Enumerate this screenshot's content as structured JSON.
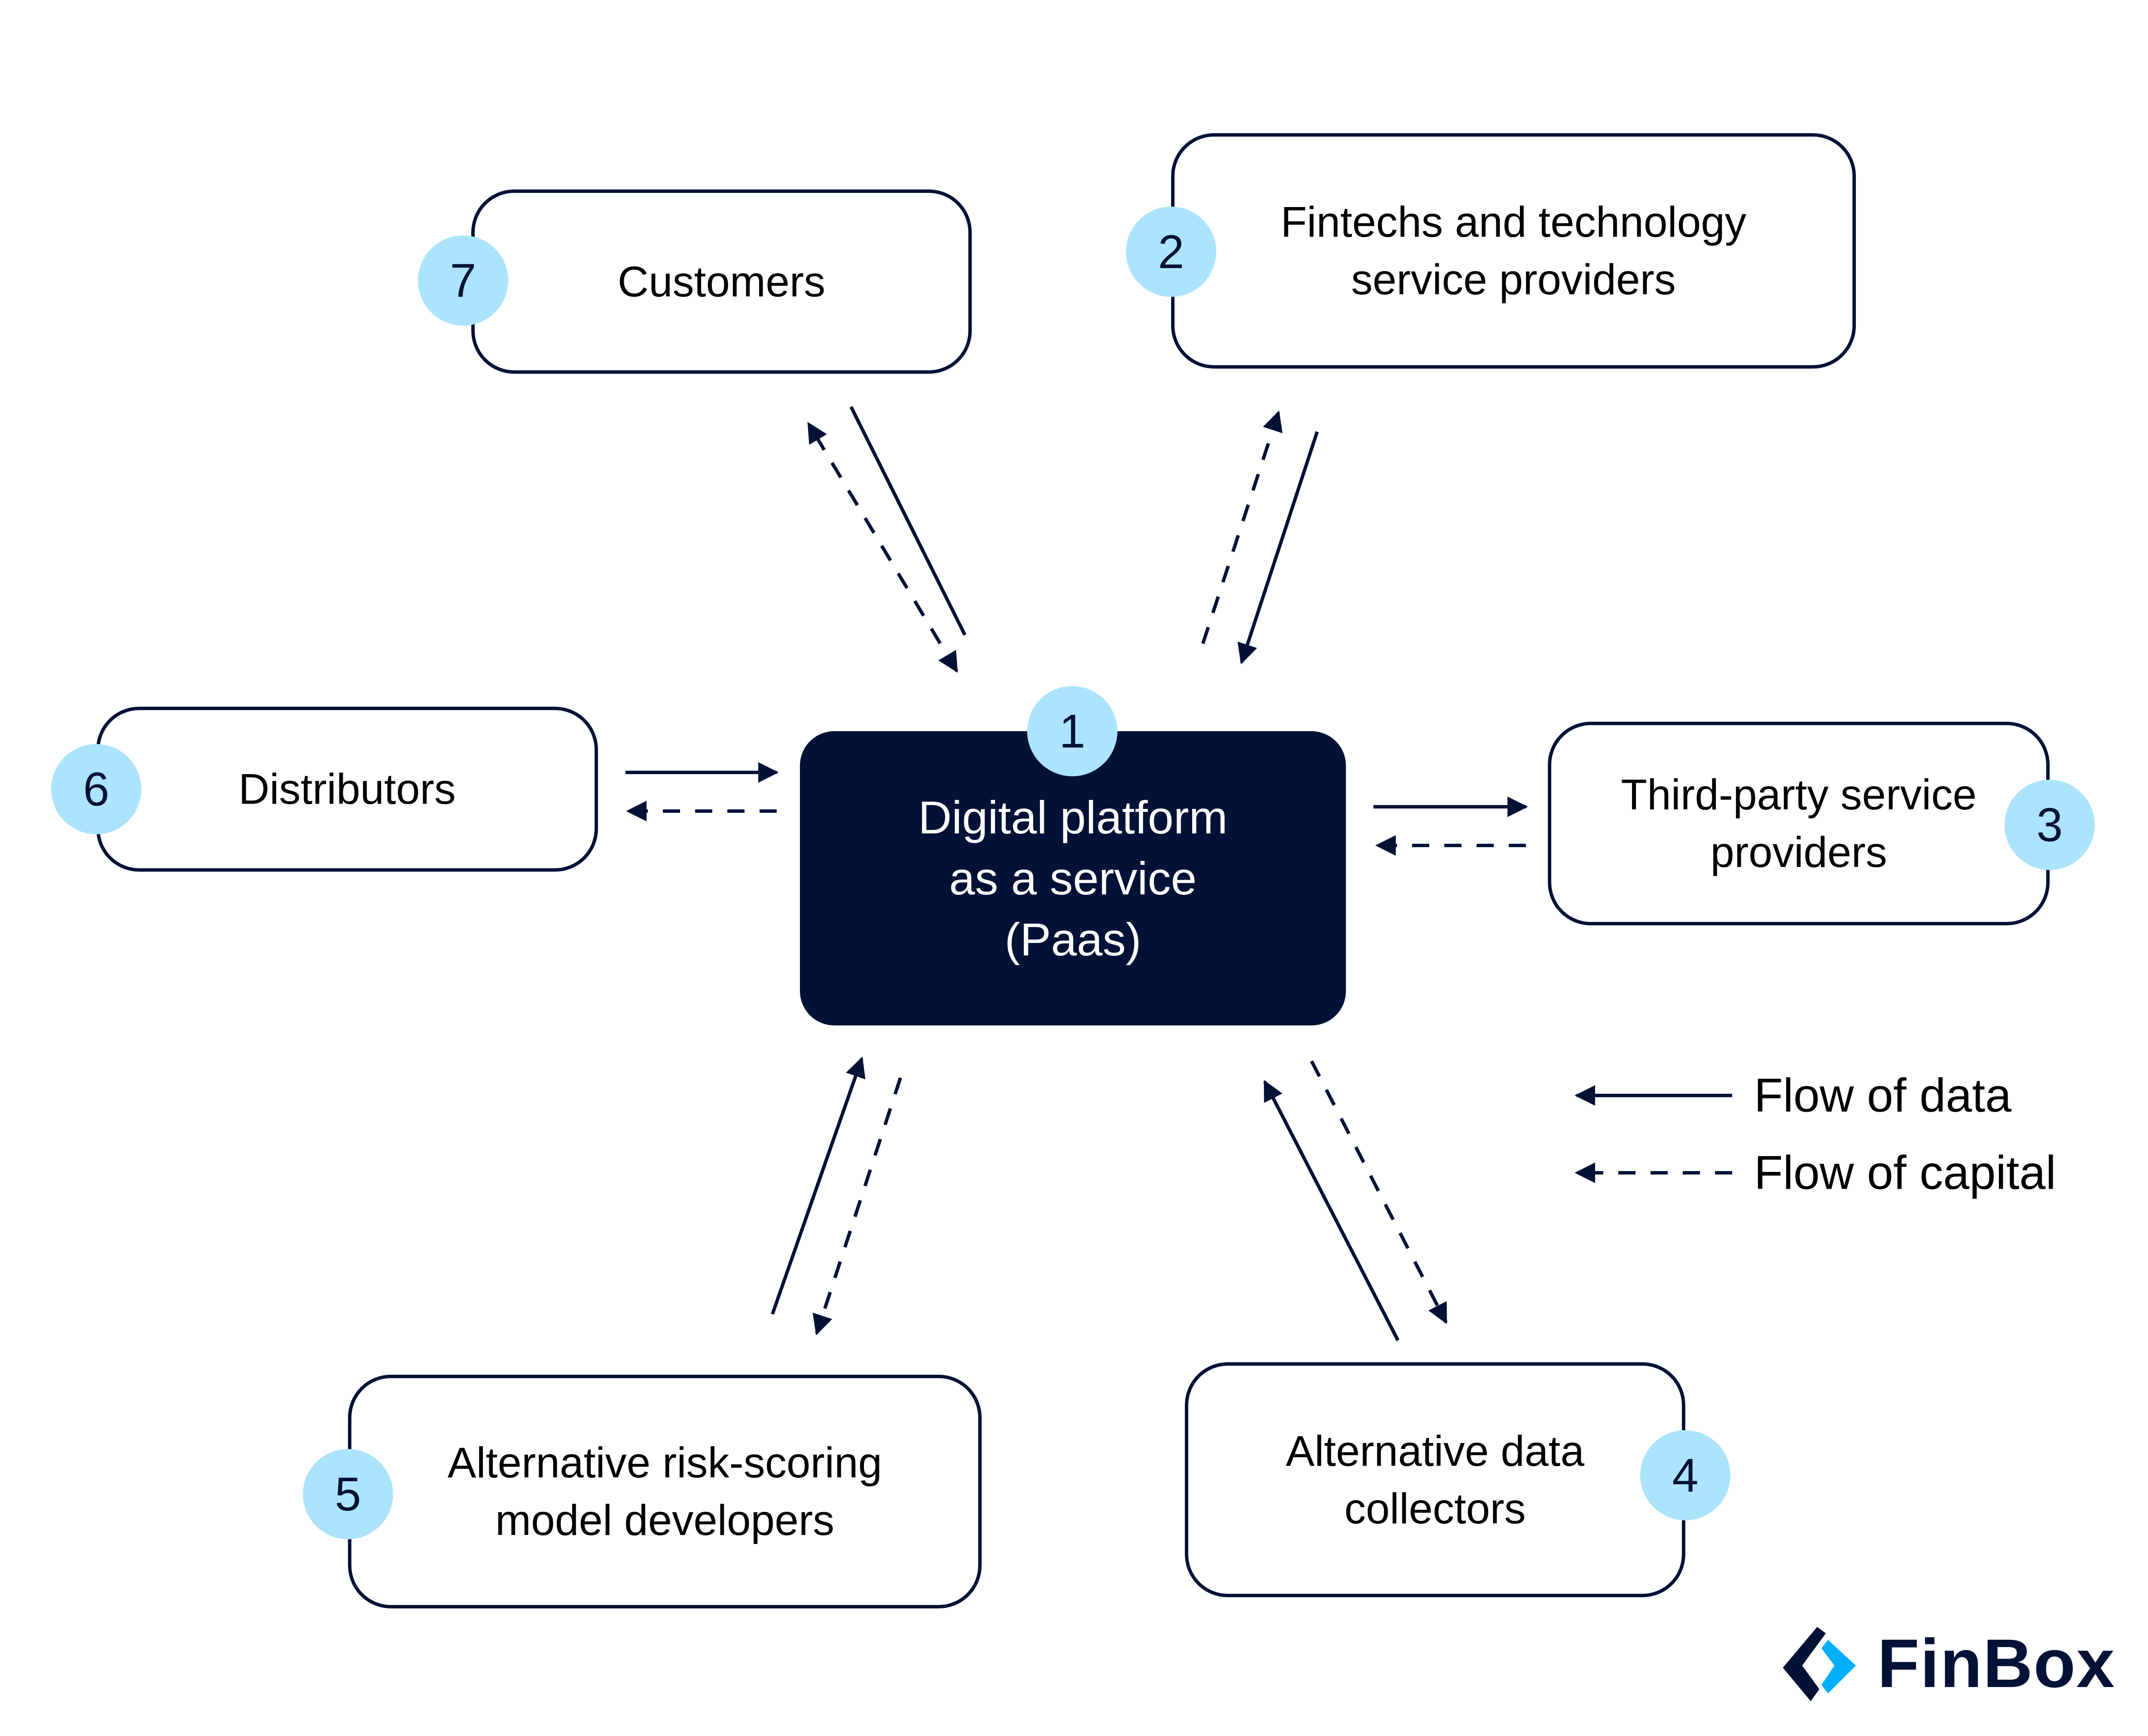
{
  "diagram": {
    "central": {
      "number": "1",
      "label": "Digital platform\nas a service\n(Paas)"
    },
    "nodes": [
      {
        "id": "fintechs",
        "number": "2",
        "label": "Fintechs and technology\nservice providers"
      },
      {
        "id": "third-party",
        "number": "3",
        "label": "Third-party service\nproviders"
      },
      {
        "id": "alt-data",
        "number": "4",
        "label": "Alternative data\ncollectors"
      },
      {
        "id": "alt-risk",
        "number": "5",
        "label": "Alternative risk-scoring\nmodel developers"
      },
      {
        "id": "distributors",
        "number": "6",
        "label": "Distributors"
      },
      {
        "id": "customers",
        "number": "7",
        "label": "Customers"
      }
    ],
    "edges": [
      {
        "between": "customers",
        "type": "data"
      },
      {
        "between": "customers",
        "type": "capital"
      },
      {
        "between": "fintechs",
        "type": "data",
        "direction": "to-platform"
      },
      {
        "between": "fintechs",
        "type": "capital",
        "direction": "to-node"
      },
      {
        "between": "distributors",
        "type": "data",
        "direction": "to-platform"
      },
      {
        "between": "distributors",
        "type": "capital",
        "direction": "to-node"
      },
      {
        "between": "third-party",
        "type": "data",
        "direction": "to-node"
      },
      {
        "between": "third-party",
        "type": "capital",
        "direction": "to-platform"
      },
      {
        "between": "alt-risk",
        "type": "data",
        "direction": "to-platform"
      },
      {
        "between": "alt-risk",
        "type": "capital",
        "direction": "to-node"
      },
      {
        "between": "alt-data",
        "type": "data",
        "direction": "to-platform"
      },
      {
        "between": "alt-data",
        "type": "capital",
        "direction": "to-node"
      }
    ]
  },
  "legend": {
    "data_label": "Flow of data",
    "capital_label": "Flow of capital"
  },
  "brand": {
    "name": "FinBox",
    "colors": {
      "navy": "#021236",
      "badge": "#ade4fd",
      "accent": "#00b0fb"
    }
  }
}
